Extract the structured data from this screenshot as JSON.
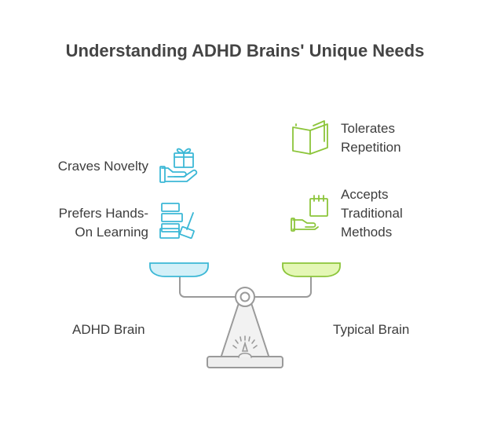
{
  "title": "Understanding ADHD Brains' Unique Needs",
  "left": {
    "items": [
      {
        "label_lines": [
          "Craves Novelty"
        ],
        "icon": "gift-hand-icon"
      },
      {
        "label_lines": [
          "Prefers Hands-",
          "On Learning"
        ],
        "icon": "blocks-hammer-icon"
      }
    ],
    "pan_label": "ADHD Brain"
  },
  "right": {
    "items": [
      {
        "label_lines": [
          "Tolerates",
          "Repetition"
        ],
        "icon": "open-book-icon"
      },
      {
        "label_lines": [
          "Accepts",
          "Traditional",
          "Methods"
        ],
        "icon": "hand-notepad-icon"
      }
    ],
    "pan_label": "Typical Brain"
  },
  "colors": {
    "left_pan_fill": "#d3f0f8",
    "left_pan_stroke": "#3cb8d6",
    "right_pan_fill": "#e4f7b5",
    "right_pan_stroke": "#8cc53a",
    "scale_stroke": "#999999",
    "base_fill": "#eeeeee"
  }
}
